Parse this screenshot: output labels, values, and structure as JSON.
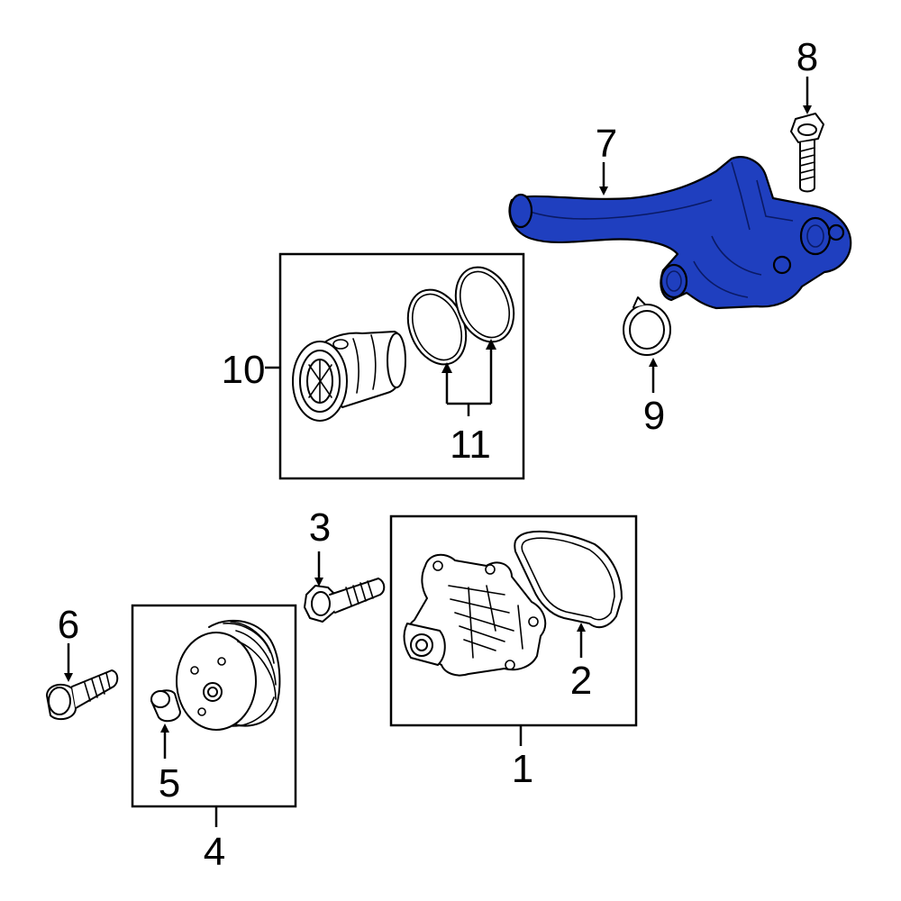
{
  "callouts": {
    "c1": "1",
    "c2": "2",
    "c3": "3",
    "c4": "4",
    "c5": "5",
    "c6": "6",
    "c7": "7",
    "c8": "8",
    "c9": "9",
    "c10": "10",
    "c11": "11"
  },
  "colors": {
    "highlight": "#1f3fbf",
    "line": "#000000",
    "background": "#ffffff"
  }
}
